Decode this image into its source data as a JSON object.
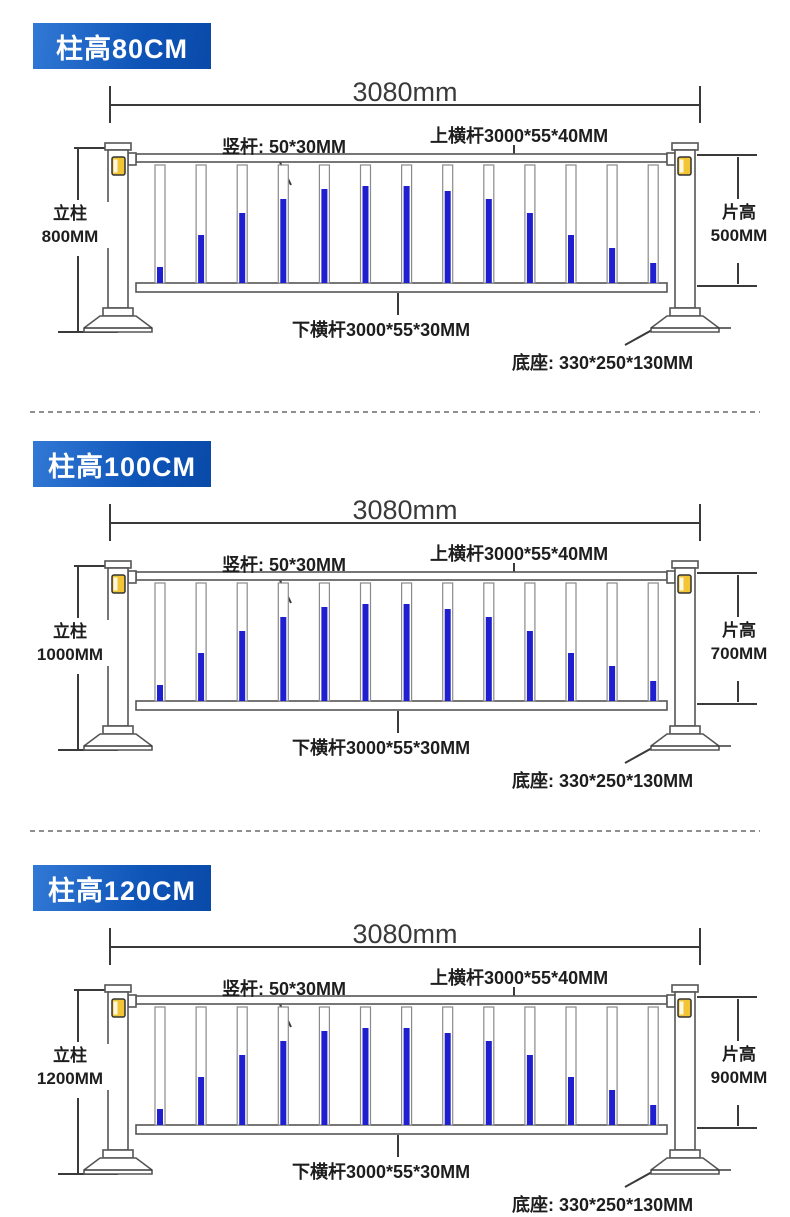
{
  "page": {
    "background": "#ffffff",
    "type": "product-spec-diagram",
    "product": "municipal road guardrail"
  },
  "colors": {
    "badge_light": "#3279d6",
    "badge_dark": "#0e55b8",
    "badge_darker": "#0a4aa8",
    "picket_blue": "#1f1fd0",
    "reflector_yellow": "#f2c535",
    "line_dark": "#3a3a3a",
    "outline_gray": "#555555",
    "text_dark": "#1e1e1e"
  },
  "drawing": {
    "picket_count": 13,
    "picket_blue_fractions": [
      0.14,
      0.41,
      0.6,
      0.72,
      0.81,
      0.84,
      0.84,
      0.79,
      0.72,
      0.6,
      0.41,
      0.3,
      0.17
    ],
    "reflector_count_per_panel": 2
  },
  "sections": [
    {
      "badge": "柱高80CM",
      "overall_width": "3080mm",
      "vertical_bar": "竖杆: 50*30MM",
      "top_rail": "上横杆3000*55*40MM",
      "bottom_rail": "下横杆3000*55*30MM",
      "base": "底座: 330*250*130MM",
      "post_line1": "立柱",
      "post_line2": "800MM",
      "panel_line1": "片高",
      "panel_line2": "500MM"
    },
    {
      "badge": "柱高100CM",
      "overall_width": "3080mm",
      "vertical_bar": "竖杆: 50*30MM",
      "top_rail": "上横杆3000*55*40MM",
      "bottom_rail": "下横杆3000*55*30MM",
      "base": "底座: 330*250*130MM",
      "post_line1": "立柱",
      "post_line2": "1000MM",
      "panel_line1": "片高",
      "panel_line2": "700MM"
    },
    {
      "badge": "柱高120CM",
      "overall_width": "3080mm",
      "vertical_bar": "竖杆: 50*30MM",
      "top_rail": "上横杆3000*55*40MM",
      "bottom_rail": "下横杆3000*55*30MM",
      "base": "底座: 330*250*130MM",
      "post_line1": "立柱",
      "post_line2": "1200MM",
      "panel_line1": "片高",
      "panel_line2": "900MM"
    }
  ]
}
